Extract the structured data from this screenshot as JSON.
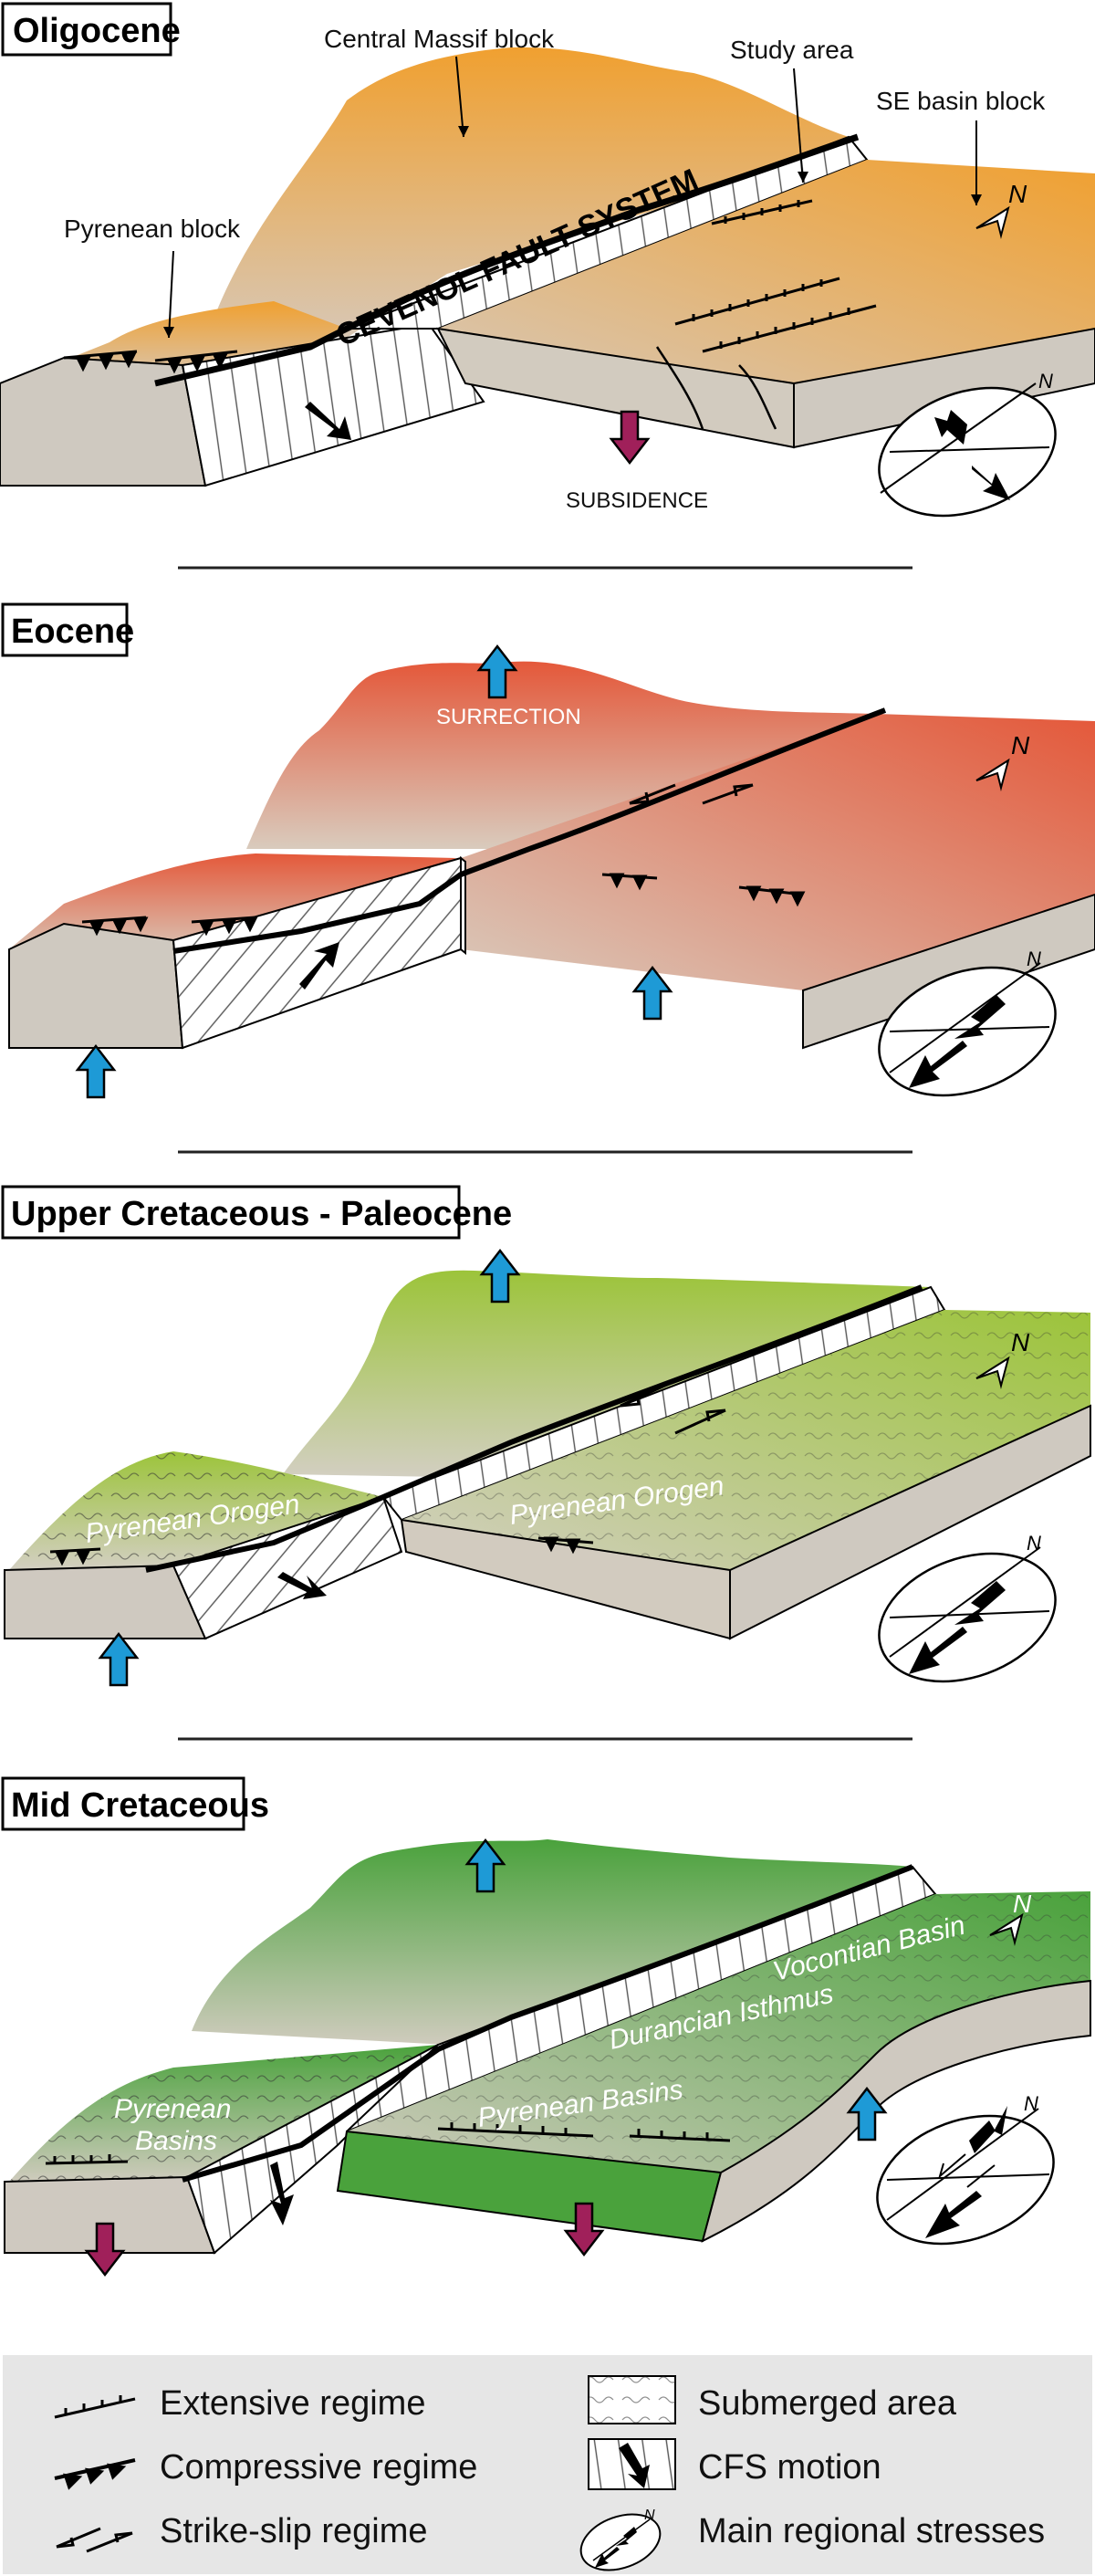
{
  "panels": [
    {
      "title": "Oligocene",
      "labels": {
        "central_massif": "Central Massif block",
        "study_area": "Study area",
        "se_basin": "SE basin block",
        "pyrenean_block": "Pyrenean block",
        "fault_system": "CEVENOL FAULT SYSTEM",
        "subsidence": "SUBSIDENCE"
      }
    },
    {
      "title": "Eocene",
      "labels": {
        "surrection": "SURRECTION"
      }
    },
    {
      "title": "Upper Cretaceous - Paleocene",
      "labels": {
        "orogen_left": "Pyrenean Orogen",
        "orogen_right": "Pyrenean Orogen"
      }
    },
    {
      "title": "Mid Cretaceous",
      "labels": {
        "pyrenean_basins_left_1": "Pyrenean",
        "pyrenean_basins_left_2": "Basins",
        "pyrenean_basins_right": "Pyrenean Basins",
        "durancian": "Durancian Isthmus",
        "vocontian": "Vocontian Basin"
      }
    }
  ],
  "compass": {
    "north": "N"
  },
  "legend": {
    "items": [
      {
        "label": "Extensive regime"
      },
      {
        "label": "Compressive regime"
      },
      {
        "label": "Strike-slip regime"
      },
      {
        "label": "Submerged area"
      },
      {
        "label": "CFS motion"
      },
      {
        "label": "Main regional stresses"
      }
    ]
  },
  "colors": {
    "oligocene": "#f0a030",
    "eocene": "#e4583a",
    "upper_cretaceous": "#9cc43a",
    "mid_cretaceous": "#4aa23c",
    "up_arrow": "#1e9ad6",
    "down_arrow": "#a0205a",
    "base_grey": "#cfc9c0",
    "legend_bg": "#e6e6e6"
  }
}
